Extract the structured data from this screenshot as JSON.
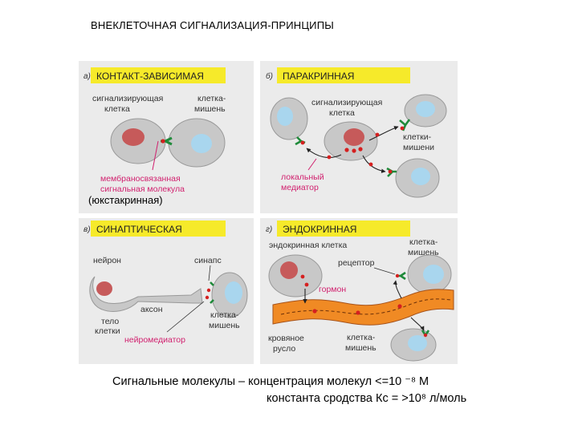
{
  "slide": {
    "title": "ВНЕКЛЕТОЧНАЯ  СИГНАЛИЗАЦИЯ-ПРИНЦИПЫ"
  },
  "panels": {
    "a": {
      "letter": "а)",
      "title": "КОНТАКТ-ЗАВИСИМАЯ",
      "signaling_cell": [
        "сигнализирующая",
        "клетка"
      ],
      "target_cell": [
        "клетка-",
        "мишень"
      ],
      "molecule": [
        "мембраносвязанная",
        "сигнальная молекула"
      ],
      "note": "(юкстакринная)"
    },
    "b": {
      "letter": "б)",
      "title": "ПАРАКРИННАЯ",
      "signaling_cell": [
        "сигнализирующая",
        "клетка"
      ],
      "target_cells": [
        "клетки-",
        "мишени"
      ],
      "mediator": [
        "локальный",
        "медиатор"
      ]
    },
    "v": {
      "letter": "в)",
      "title": "СИНАПТИЧЕСКАЯ",
      "neuron": "нейрон",
      "synapse": "синапс",
      "axon": "аксон",
      "cell_body": [
        "тело",
        "клетки"
      ],
      "target_cell": [
        "клетка-",
        "мишень"
      ],
      "neurotransmitter": "нейромедиатор"
    },
    "g": {
      "letter": "г)",
      "title": "ЭНДОКРИННАЯ",
      "endocrine_cell": "эндокринная клетка",
      "target_cell_top": [
        "клетка-",
        "мишень"
      ],
      "receptor": "рецептор",
      "hormone": "гормон",
      "bloodstream": [
        "кровяное",
        "русло"
      ],
      "target_cell_bottom": [
        "клетка-",
        "мишень"
      ]
    }
  },
  "caption": {
    "line1": "Сигнальные молекулы – концентрация молекул <=10 ⁻⁸  М",
    "line2": "константа сродства Кс = >10⁸ л/моль"
  },
  "colors": {
    "title_bar": "#f6ea2a",
    "panel_bg": "#eaeaea",
    "cell_body": "#c8c8c8",
    "nucleus_signal": "#c65a5a",
    "nucleus_target": "#a9d6ee",
    "receptor": "#1f8a3a",
    "molecule": "#d52020",
    "magenta_label": "#d1206e",
    "blood_vessel": "#f08a24"
  }
}
